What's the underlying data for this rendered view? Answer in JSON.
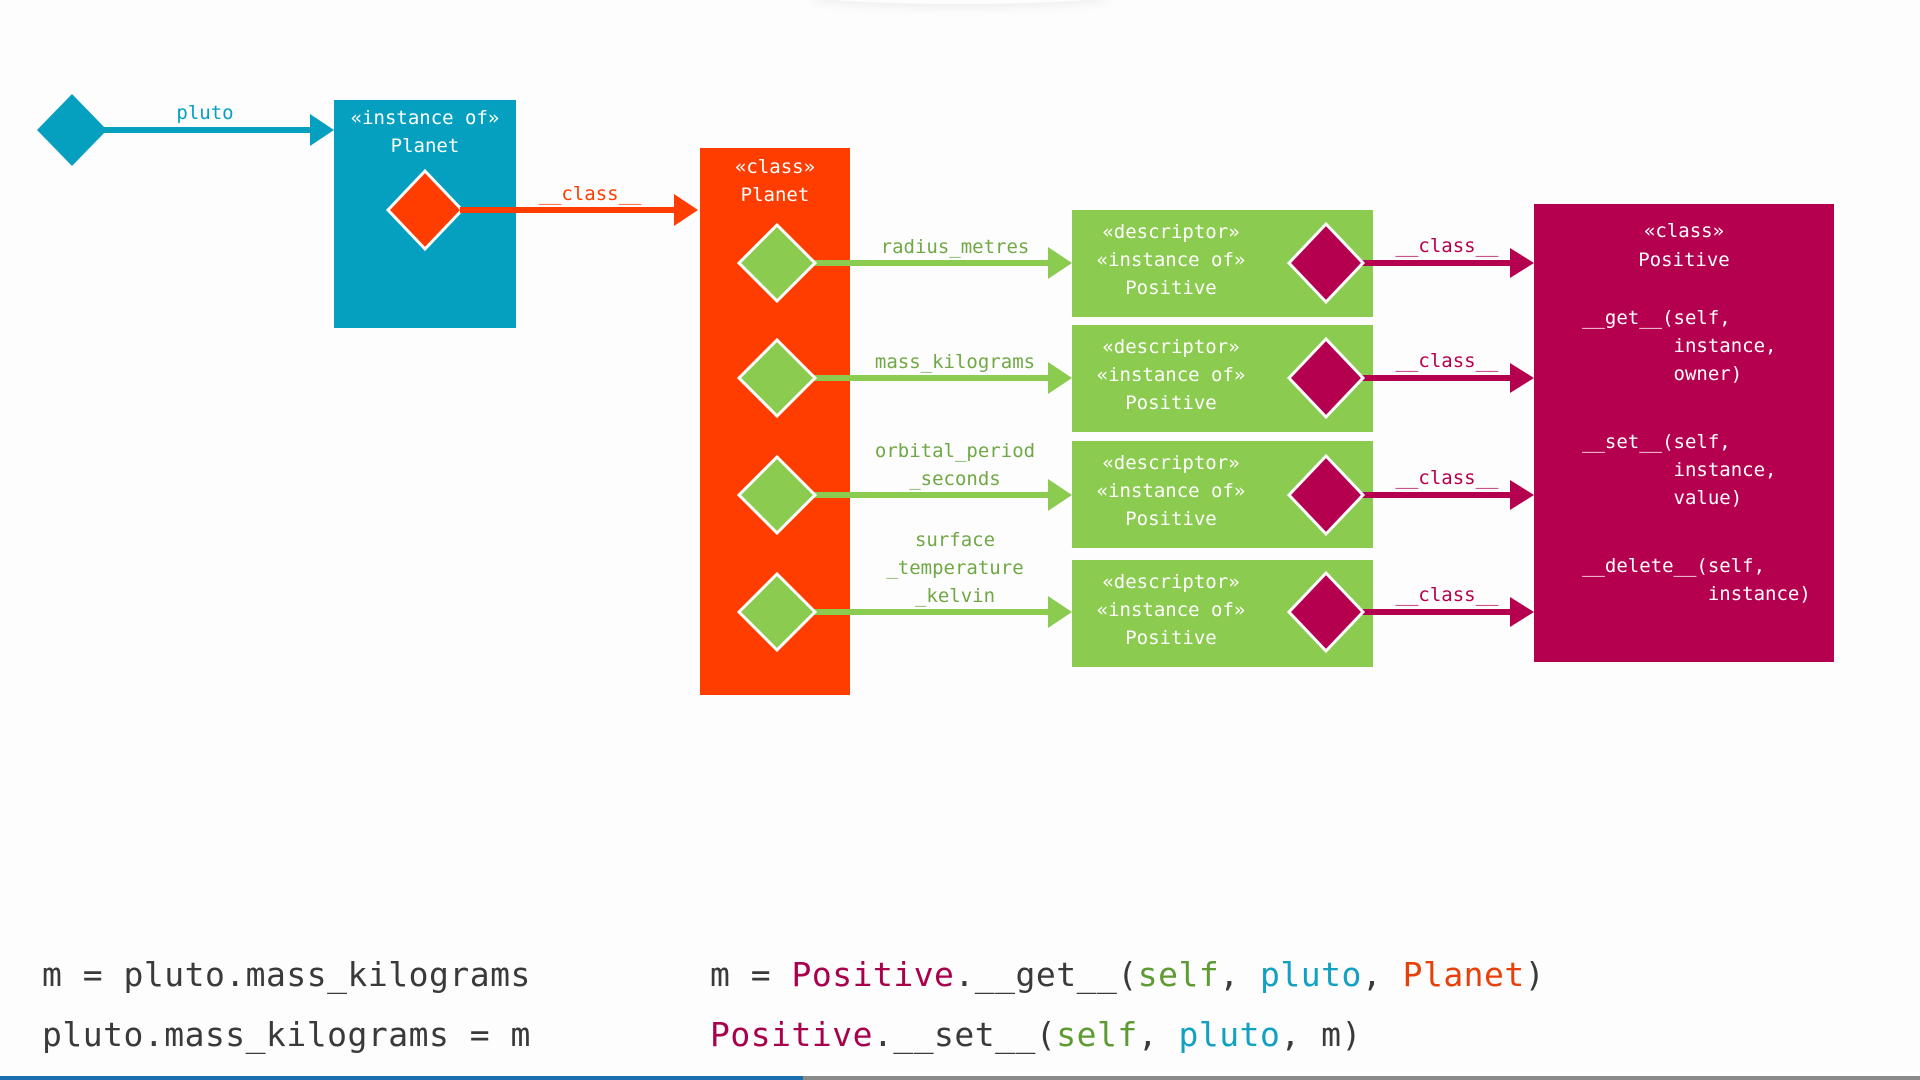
{
  "colors": {
    "instance": "#05a0bf",
    "planet": "#ff3d00",
    "descriptor": "#8bcb4f",
    "descriptor_label": "#6fa845",
    "positive": "#b5004f",
    "white": "#ffffff",
    "code_default": "#3a3a3a",
    "code_self": "#5e9c33",
    "code_pluto": "#12a1c0",
    "code_planet": "#e8400a",
    "code_positive": "#a8004a",
    "progress": "#1a6fae"
  },
  "pluto_ref": {
    "label": "pluto",
    "icon": "diamond"
  },
  "instance_box": {
    "line1": "«instance of»",
    "line2": "Planet",
    "edge_label": "__class__"
  },
  "planet_class": {
    "line1": "«class»",
    "line2": "Planet"
  },
  "attributes": [
    {
      "label_lines": [
        "radius_metres"
      ]
    },
    {
      "label_lines": [
        "mass_kilograms"
      ]
    },
    {
      "label_lines": [
        "orbital_period",
        "_seconds"
      ]
    },
    {
      "label_lines": [
        "surface",
        "_temperature",
        "_kelvin"
      ]
    }
  ],
  "descriptor_box": {
    "line1": "«descriptor»",
    "line2": "«instance of»",
    "line3": "Positive",
    "edge_label": "__class__"
  },
  "positive_class": {
    "line1": "«class»",
    "line2": "Positive",
    "methods": [
      [
        "__get__(self,",
        "        instance,",
        "        owner)"
      ],
      [
        "__set__(self,",
        "        instance,",
        "        value)"
      ],
      [
        "__delete__(self,",
        "           instance)"
      ]
    ]
  },
  "code": {
    "left": [
      "m = pluto.mass_kilograms",
      "pluto.mass_kilograms = m"
    ],
    "right": [
      [
        {
          "t": "m = ",
          "c": "code_default"
        },
        {
          "t": "Positive",
          "c": "code_positive"
        },
        {
          "t": ".__get__(",
          "c": "code_default"
        },
        {
          "t": "self",
          "c": "code_self"
        },
        {
          "t": ", ",
          "c": "code_default"
        },
        {
          "t": "pluto",
          "c": "code_pluto"
        },
        {
          "t": ", ",
          "c": "code_default"
        },
        {
          "t": "Planet",
          "c": "code_planet"
        },
        {
          "t": ")",
          "c": "code_default"
        }
      ],
      [
        {
          "t": "Positive",
          "c": "code_positive"
        },
        {
          "t": ".__set__(",
          "c": "code_default"
        },
        {
          "t": "self",
          "c": "code_self"
        },
        {
          "t": ", ",
          "c": "code_default"
        },
        {
          "t": "pluto",
          "c": "code_pluto"
        },
        {
          "t": ", m)",
          "c": "code_default"
        }
      ]
    ]
  },
  "progress": {
    "fraction": 0.418
  }
}
